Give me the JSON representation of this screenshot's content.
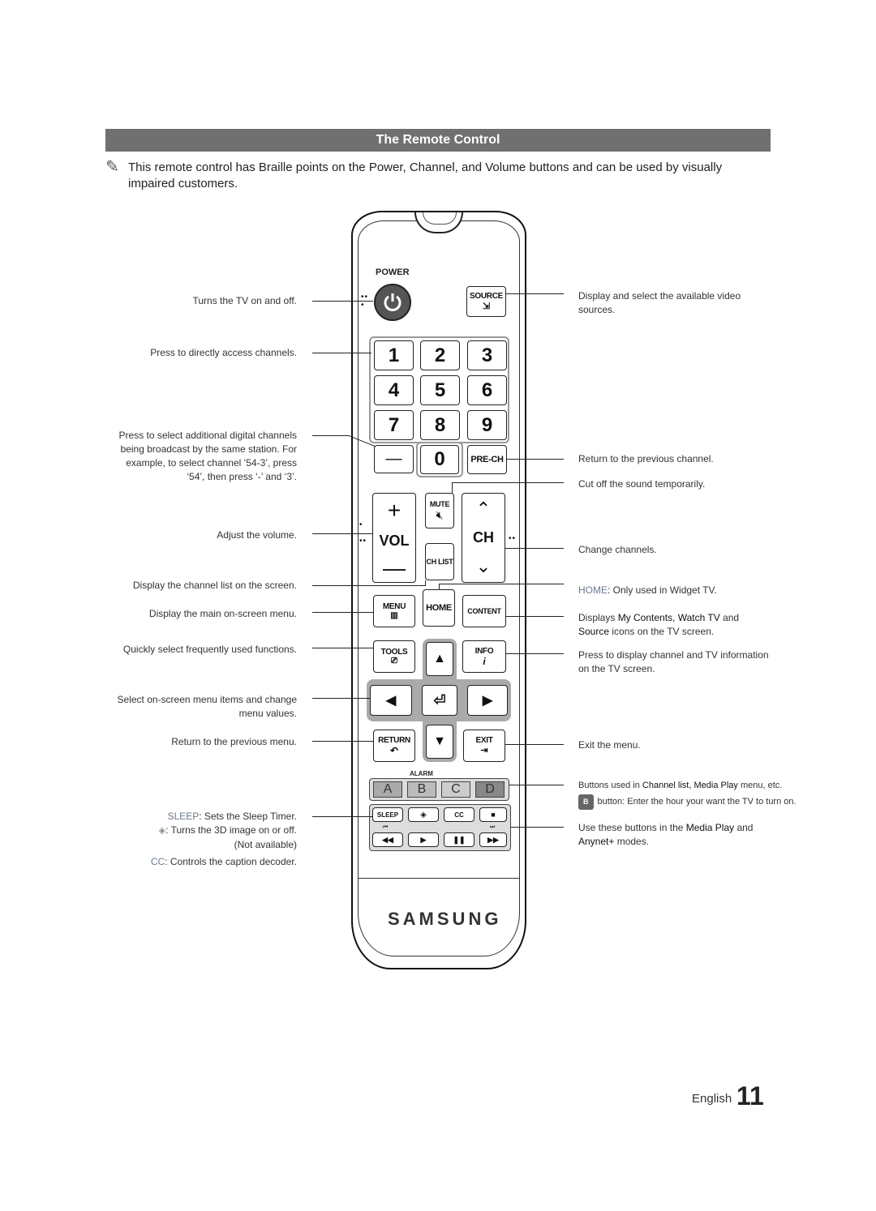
{
  "title": "The Remote Control",
  "note": "This remote control has Braille points on the Power, Channel, and Volume buttons and can be used by visually impaired customers.",
  "left_labels": {
    "power": "Turns the TV on and off.",
    "numbers": "Press to directly access channels.",
    "dash_1": "Press to select additional digital channels",
    "dash_2": "being broadcast by the same station. For",
    "dash_3": "example, to select channel ‘54-3’, press",
    "dash_4": "‘54’, then press ‘-’ and ‘3’.",
    "volume": "Adjust the volume.",
    "chlist": "Display the channel list on the screen.",
    "menu": "Display the main on-screen menu.",
    "tools": "Quickly select frequently used functions.",
    "select_1": "Select on-screen menu items and change",
    "select_2": "menu values.",
    "return": "Return to the previous menu.",
    "sleep_key": "SLEEP",
    "sleep_text": ": Sets the Sleep Timer.",
    "threed_text": ": Turns the 3D image on or off.",
    "threed_na": "(Not available)",
    "cc_key": "CC",
    "cc_text": ": Controls the caption decoder."
  },
  "right_labels": {
    "source_1": "Display and select the available video",
    "source_2": "sources.",
    "prech": "Return to the previous channel.",
    "mute": "Cut off the sound temporarily.",
    "channel": "Change channels.",
    "home_key": "HOME",
    "home_text": ": Only used in Widget TV.",
    "content_1a": "Displays ",
    "content_1b": "My Contents, Watch TV",
    "content_1c": " and",
    "content_2a": "Source",
    "content_2b": " icons on the TV screen.",
    "info_1": "Press to display channel and TV information",
    "info_2": "on the TV screen.",
    "exit": "Exit the menu.",
    "color_1a": "Buttons used in ",
    "color_1b": "Channel list, Media Play",
    "color_1c": " menu, etc.",
    "color_b": "B",
    "color_2": " button: Enter the hour your want the TV to turn on.",
    "media_1a": "Use these buttons in the ",
    "media_1b": "Media Play",
    "media_1c": " and",
    "media_2a": "Anynet+",
    "media_2b": " modes."
  },
  "remote": {
    "power": "POWER",
    "source": "SOURCE",
    "digits": [
      "1",
      "2",
      "3",
      "4",
      "5",
      "6",
      "7",
      "8",
      "9"
    ],
    "dash": "—",
    "zero": "0",
    "prech": "PRE-CH",
    "mute": "MUTE",
    "vol": "VOL",
    "ch": "CH",
    "chlist": "CH LIST",
    "menu": "MENU",
    "home": "HOME",
    "content": "CONTENT",
    "tools": "TOOLS",
    "info": "INFO",
    "return": "RETURN",
    "exit": "EXIT",
    "alarm": "ALARM",
    "colors": [
      "A",
      "B",
      "C",
      "D"
    ],
    "sleep": "SLEEP",
    "cc": "CC",
    "brand": "SAMSUNG"
  },
  "footer": {
    "language": "English",
    "page": "11"
  }
}
